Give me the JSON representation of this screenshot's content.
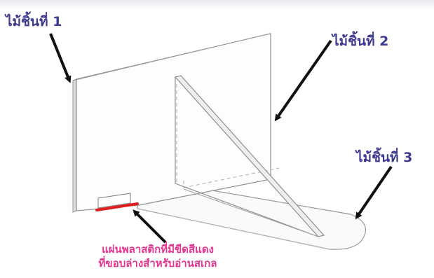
{
  "labels": {
    "piece1": "ไม้ชิ้นที่ 1",
    "piece2": "ไม้ชิ้นที่ 2",
    "piece3": "ไม้ชิ้นที่ 3",
    "plastic_line1": "แผ่นพลาสติกที่มีขีดสีแดง",
    "plastic_line2": "ที่ขอบล่างสำหรับอ่านสเกล"
  },
  "colors": {
    "label_text": "#3d3a8f",
    "annotation_text": "#e5338f",
    "red_edge": "#e02020",
    "arrow": "#111111",
    "outline": "#8a8a8a"
  }
}
